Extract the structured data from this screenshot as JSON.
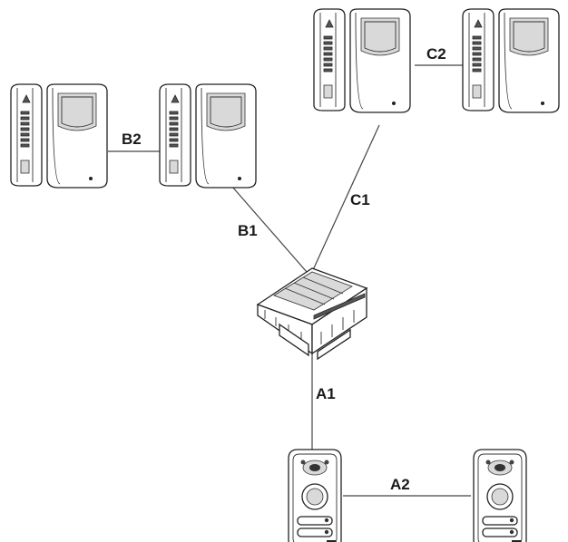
{
  "labels": {
    "a1": "A1",
    "a2": "A2",
    "b1": "B1",
    "b2": "B2",
    "c1": "C1",
    "c2": "C2"
  },
  "devices": {
    "monitor_icon": "video-intercom-monitor-icon",
    "distributor_icon": "din-rail-distributor-icon",
    "panel_icon": "outdoor-entrance-panel-icon"
  }
}
